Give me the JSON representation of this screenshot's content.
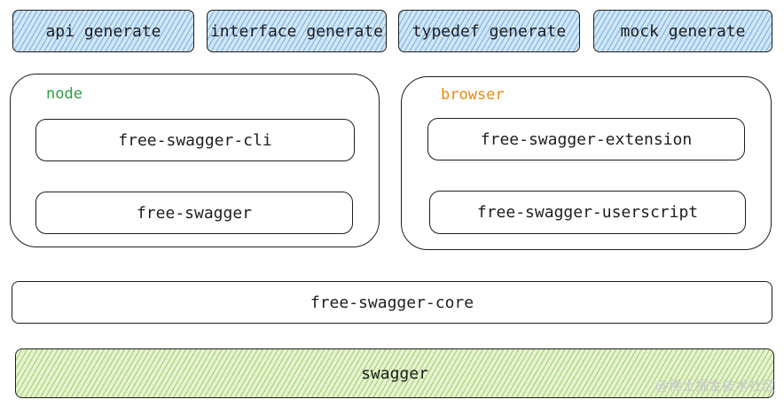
{
  "features": [
    {
      "label": "api generate"
    },
    {
      "label": "interface generate"
    },
    {
      "label": "typedef generate"
    },
    {
      "label": "mock generate"
    }
  ],
  "groups": {
    "node": {
      "label": "node",
      "color": "#2f9e44",
      "items": [
        "free-swagger-cli",
        "free-swagger"
      ]
    },
    "browser": {
      "label": "browser",
      "color": "#e8890c",
      "items": [
        "free-swagger-extension",
        "free-swagger-userscript"
      ]
    }
  },
  "core": {
    "label": "free-swagger-core"
  },
  "base": {
    "label": "swagger"
  },
  "watermark": "@稀土掘金技术社区"
}
